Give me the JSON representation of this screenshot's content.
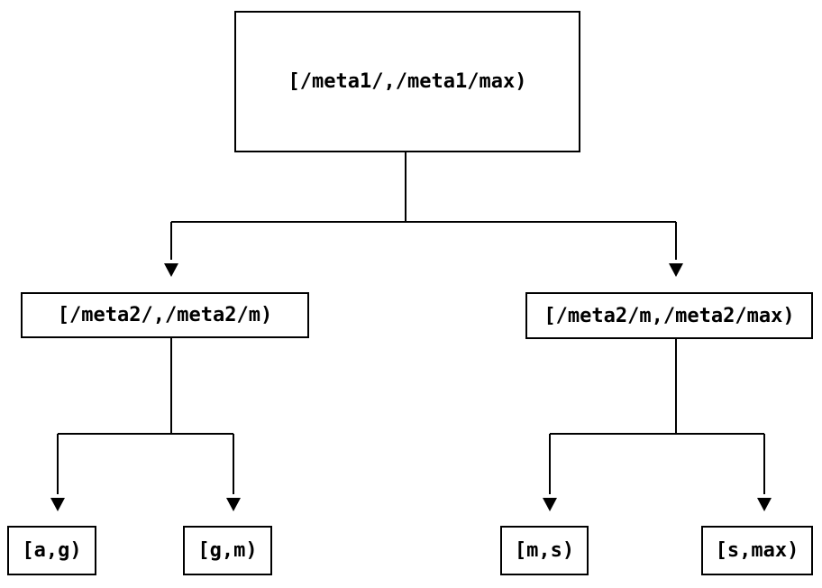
{
  "diagram": {
    "type": "tree",
    "background_color": "#ffffff",
    "line_color": "#000000",
    "arrow_color": "#000000",
    "nodes": {
      "root": {
        "label": "[/meta1/,/meta1/max)"
      },
      "left": {
        "label": "[/meta2/,/meta2/m)"
      },
      "right": {
        "label": "[/meta2/m,/meta2/max)"
      },
      "leaf_ag": {
        "label": "[a,g)"
      },
      "leaf_gm": {
        "label": "[g,m)"
      },
      "leaf_ms": {
        "label": "[m,s)"
      },
      "leaf_smax": {
        "label": "[s,max)"
      }
    },
    "edges": [
      {
        "from": "root",
        "to": "left"
      },
      {
        "from": "root",
        "to": "right"
      },
      {
        "from": "left",
        "to": "leaf_ag"
      },
      {
        "from": "left",
        "to": "leaf_gm"
      },
      {
        "from": "right",
        "to": "leaf_ms"
      },
      {
        "from": "right",
        "to": "leaf_smax"
      }
    ]
  }
}
